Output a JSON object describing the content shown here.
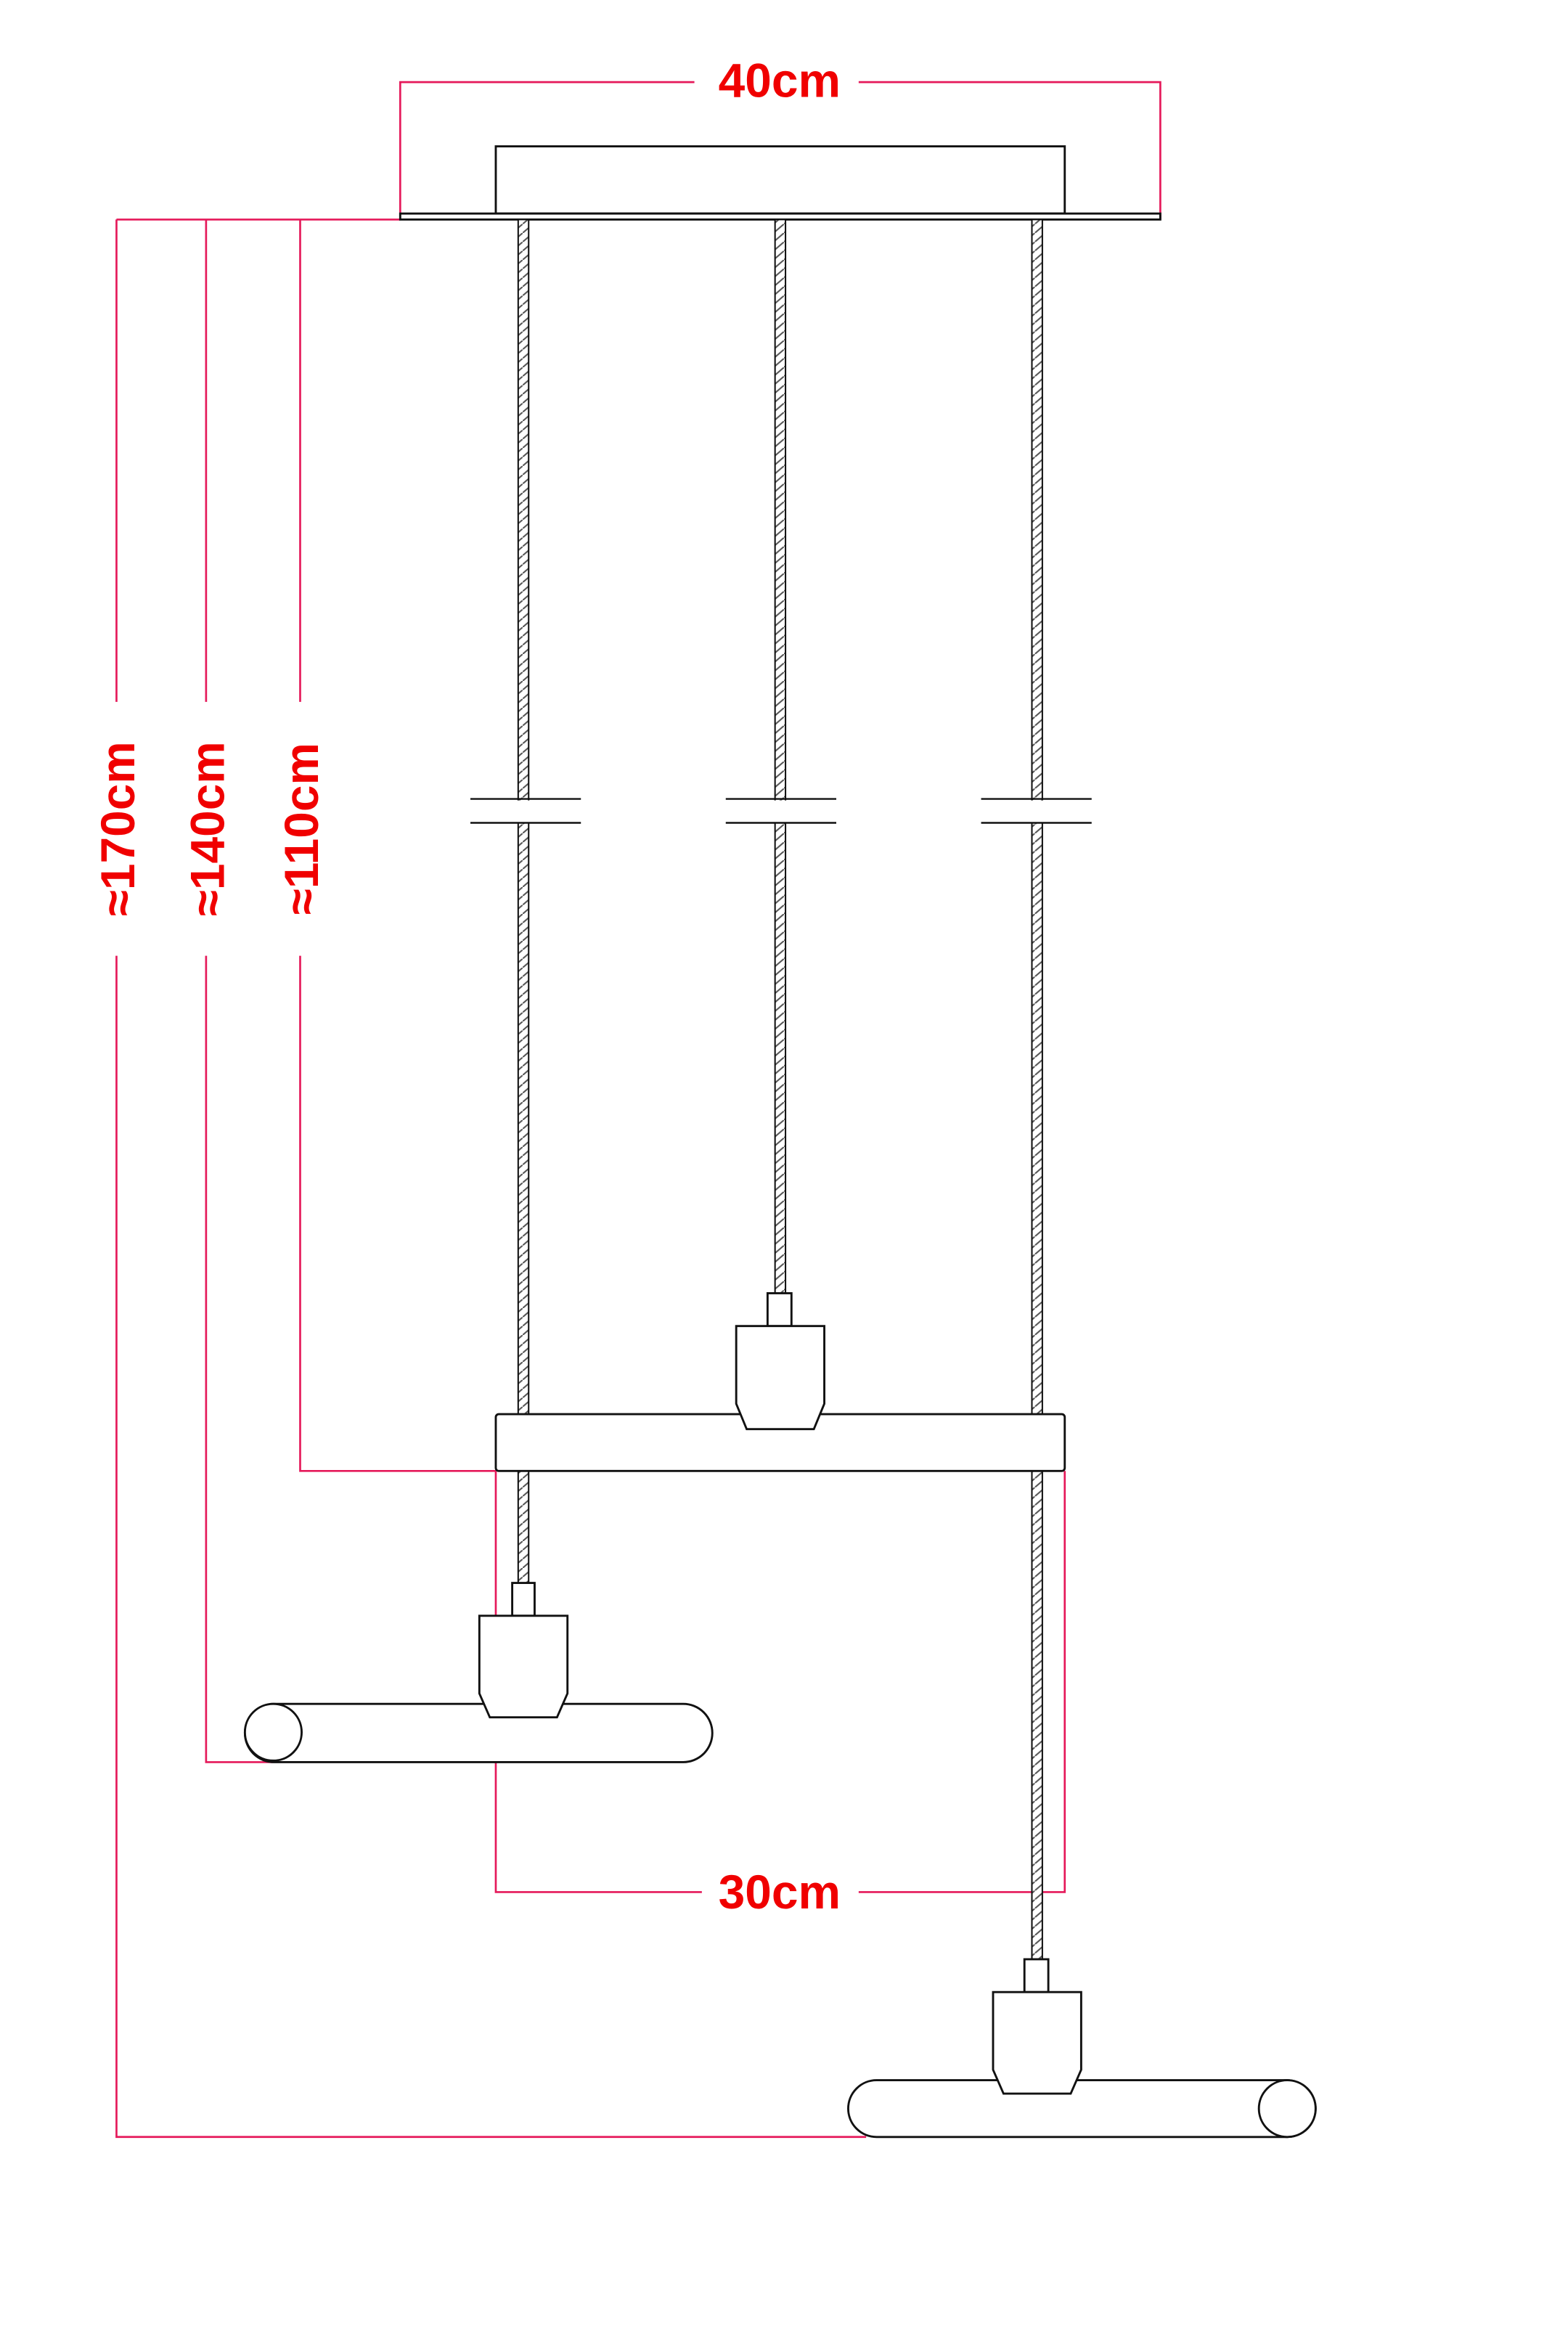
{
  "diagram": {
    "title": "Triple pendant lamp dimensions",
    "dimensions": {
      "canopy_width": "40cm",
      "spacing_width": "30cm",
      "drop_long": "≈170cm",
      "drop_mid": "≈140cm",
      "drop_short": "≈110cm"
    },
    "colors": {
      "dimension_line": "#e5195a",
      "dimension_text": "#f00000",
      "outline": "#111111"
    }
  }
}
